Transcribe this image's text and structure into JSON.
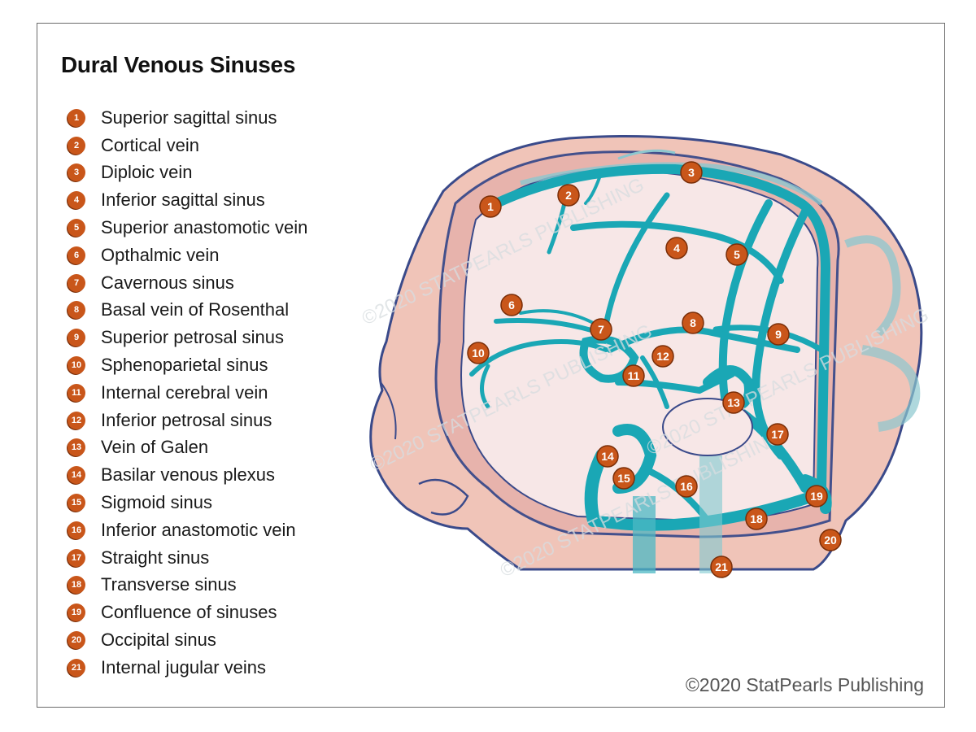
{
  "title": "Dural Venous Sinuses",
  "legend": [
    {
      "number": "1",
      "label": "Superior sagittal sinus"
    },
    {
      "number": "2",
      "label": "Cortical vein"
    },
    {
      "number": "3",
      "label": "Diploic vein"
    },
    {
      "number": "4",
      "label": "Inferior sagittal sinus"
    },
    {
      "number": "5",
      "label": "Superior anastomotic vein"
    },
    {
      "number": "6",
      "label": "Opthalmic vein"
    },
    {
      "number": "7",
      "label": "Cavernous sinus"
    },
    {
      "number": "8",
      "label": "Basal vein of Rosenthal"
    },
    {
      "number": "9",
      "label": "Superior petrosal sinus"
    },
    {
      "number": "10",
      "label": "Sphenoparietal sinus"
    },
    {
      "number": "11",
      "label": "Internal cerebral vein"
    },
    {
      "number": "12",
      "label": "Inferior petrosal sinus"
    },
    {
      "number": "13",
      "label": "Vein of Galen"
    },
    {
      "number": "14",
      "label": "Basilar venous plexus"
    },
    {
      "number": "15",
      "label": "Sigmoid sinus"
    },
    {
      "number": "16",
      "label": "Inferior anastomotic vein"
    },
    {
      "number": "17",
      "label": "Straight sinus"
    },
    {
      "number": "18",
      "label": "Transverse sinus"
    },
    {
      "number": "19",
      "label": "Confluence of sinuses"
    },
    {
      "number": "20",
      "label": "Occipital sinus"
    },
    {
      "number": "21",
      "label": "Internal jugular veins"
    }
  ],
  "markers": {
    "m1": "1",
    "m2": "2",
    "m3": "3",
    "m4": "4",
    "m5": "5",
    "m6": "6",
    "m7": "7",
    "m8": "8",
    "m9": "9",
    "m10": "10",
    "m11": "11",
    "m12": "12",
    "m13": "13",
    "m14": "14",
    "m15": "15",
    "m16": "16",
    "m17": "17",
    "m18": "18",
    "m19": "19",
    "m20": "20",
    "m21": "21"
  },
  "watermark": "©2020 STATPEARLS PUBLISHING",
  "copyright": "©2020 StatPearls Publishing",
  "colors": {
    "badge": "#c9561a",
    "vein": "#1aa7b5",
    "skin": "#f0c4b8",
    "outline": "#3a4a8a"
  }
}
